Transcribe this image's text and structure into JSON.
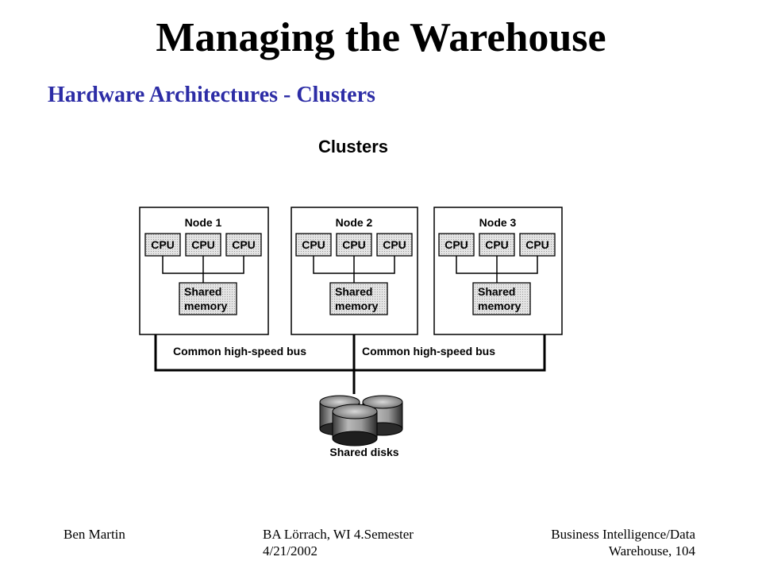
{
  "slide": {
    "title": "Managing the Warehouse",
    "subtitle": "Hardware Architectures - Clusters"
  },
  "diagram": {
    "heading": "Clusters",
    "nodes": [
      {
        "label": "Node 1",
        "cpus": [
          "CPU",
          "CPU",
          "CPU"
        ],
        "memory": [
          "Shared",
          "memory"
        ]
      },
      {
        "label": "Node 2",
        "cpus": [
          "CPU",
          "CPU",
          "CPU"
        ],
        "memory": [
          "Shared",
          "memory"
        ]
      },
      {
        "label": "Node 3",
        "cpus": [
          "CPU",
          "CPU",
          "CPU"
        ],
        "memory": [
          "Shared",
          "memory"
        ]
      }
    ],
    "bus_labels": [
      "Common high-speed bus",
      "Common high-speed bus"
    ],
    "disks_label": "Shared disks"
  },
  "footer": {
    "author": "Ben Martin",
    "course_line1": "BA Lörrach, WI 4.Semester",
    "course_line2": "4/21/2002",
    "topic_line1": "Business Intelligence/Data",
    "topic_line2": "Warehouse, 104"
  }
}
